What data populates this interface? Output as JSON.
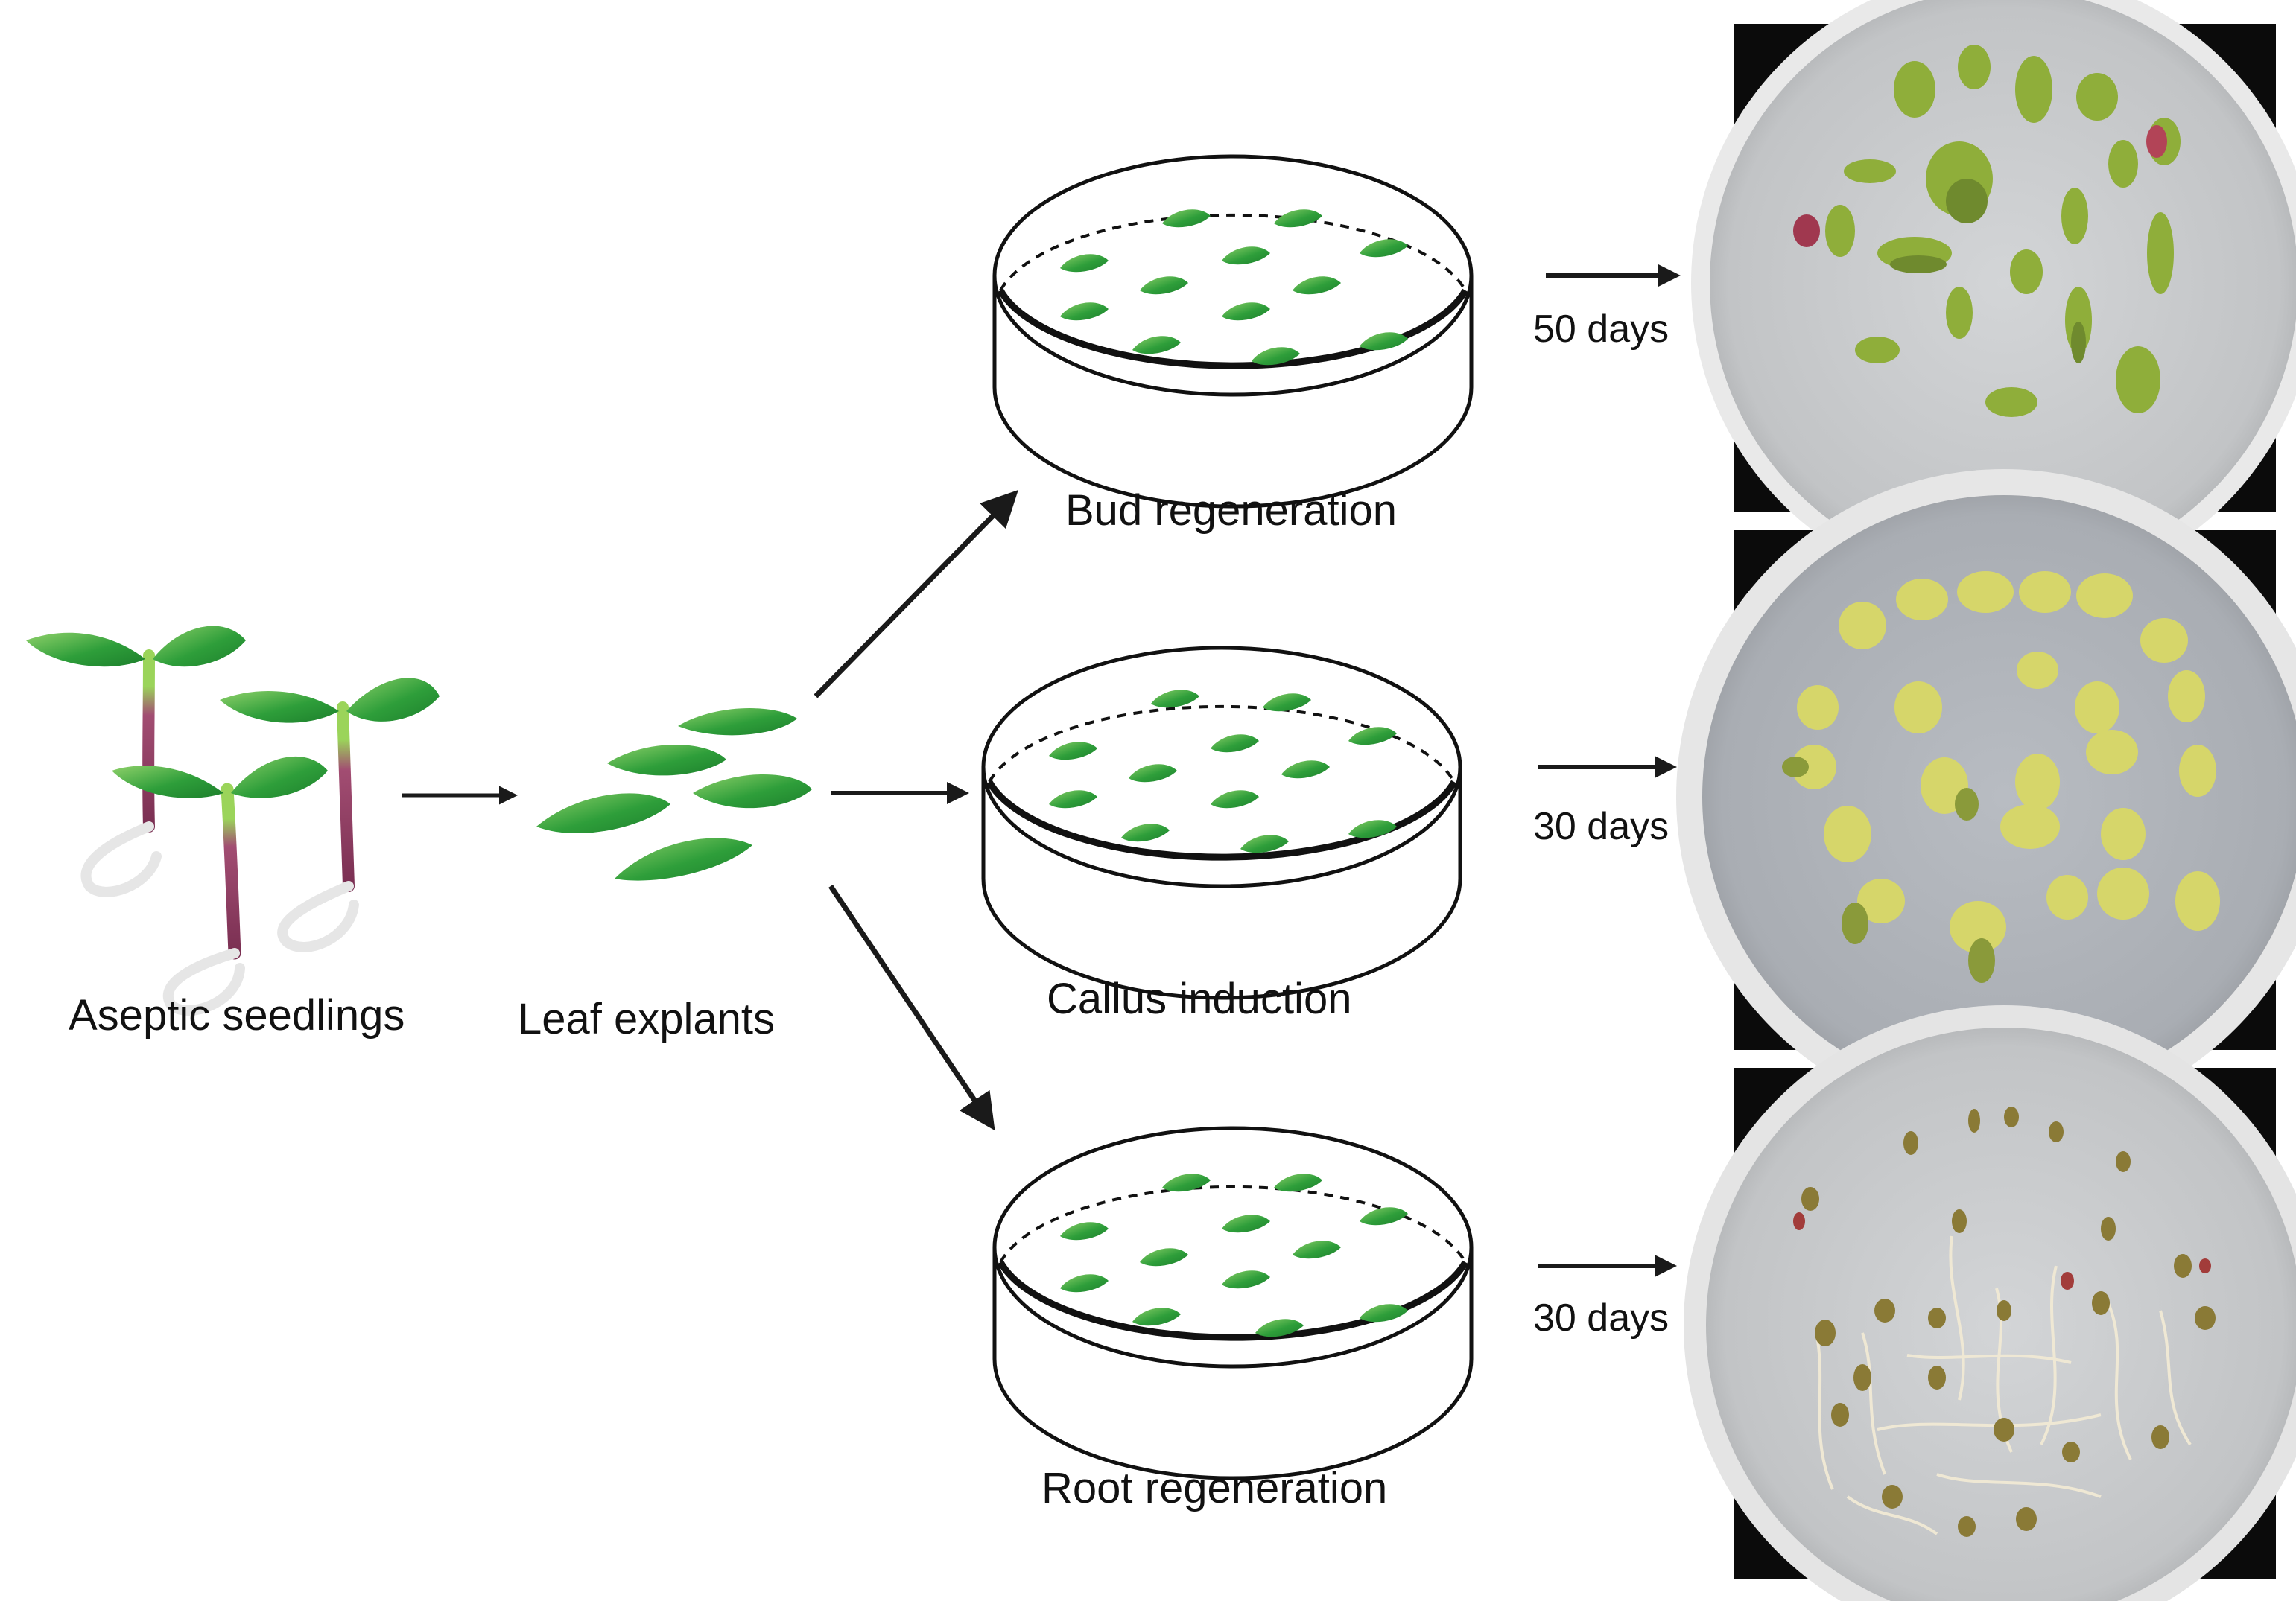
{
  "labels": {
    "seedlings": "Aseptic seedlings",
    "explants": "Leaf explants",
    "bud": "Bud regeneration",
    "callus": "Callus induction",
    "root": "Root regeneration"
  },
  "durations": {
    "bud": "50 days",
    "callus": "30 days",
    "root": "30 days"
  },
  "colors": {
    "leaf_green": "#2e9e3a",
    "leaf_light": "#8fd16a",
    "stem_purple": "#8a3a5e",
    "arrow": "#1a1a1a",
    "photo_bg": "#0b0b0b",
    "agar": "#c9cbcd"
  }
}
